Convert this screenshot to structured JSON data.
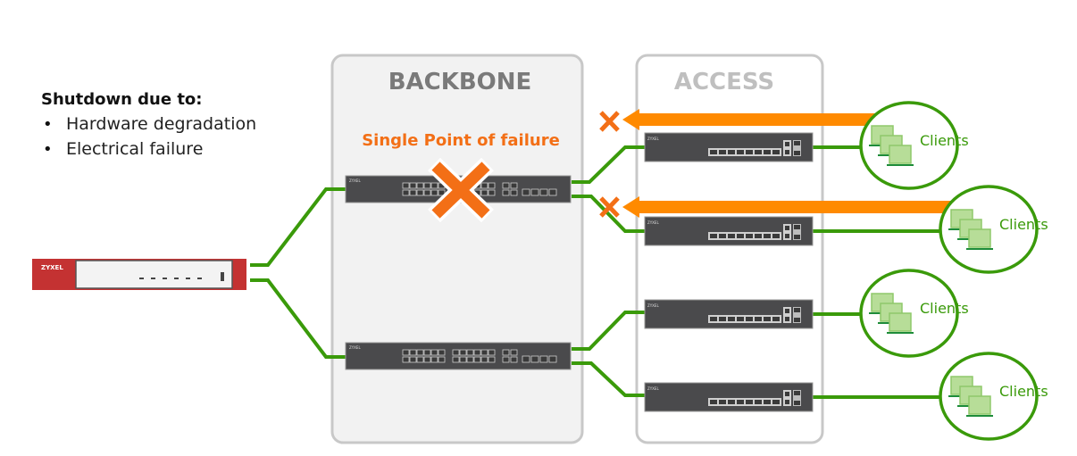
{
  "annotation": {
    "heading": "Shutdown due to:",
    "bullets": [
      "Hardware degradation",
      "Electrical failure"
    ],
    "bullet_glyph": "•"
  },
  "zones": {
    "backbone": {
      "label": "BACKBONE"
    },
    "access": {
      "label": "ACCESS"
    }
  },
  "failure": {
    "label": "Single Point of failure",
    "color": "#f36f16"
  },
  "devices": {
    "firewall": {
      "brand": "ZYXEL"
    },
    "backbone_switches": [
      {
        "brand": "ZYXEL",
        "status": "failed"
      },
      {
        "brand": "ZYXEL",
        "status": "active"
      }
    ],
    "access_switches": [
      {
        "brand": "ZYXEL",
        "status": "isolated"
      },
      {
        "brand": "ZYXEL",
        "status": "isolated"
      },
      {
        "brand": "ZYXEL",
        "status": "active"
      },
      {
        "brand": "ZYXEL",
        "status": "active"
      }
    ]
  },
  "clients": [
    {
      "label": "Clients"
    },
    {
      "label": "Clients"
    },
    {
      "label": "Clients"
    },
    {
      "label": "Clients"
    }
  ],
  "colors": {
    "link_green": "#3a9a0a",
    "traffic_orange": "#ff8a00",
    "x_orange": "#f36f16",
    "switch_body": "#4a4a4c",
    "firewall_red": "#c43232",
    "zone_border": "#c8c8c8",
    "backbone_fill": "#f2f2f2",
    "title_gray": "#7a7a7a",
    "access_title_gray": "#bfbfbf",
    "client_fill": "#b7dd98",
    "client_line": "#1e8c3a"
  }
}
